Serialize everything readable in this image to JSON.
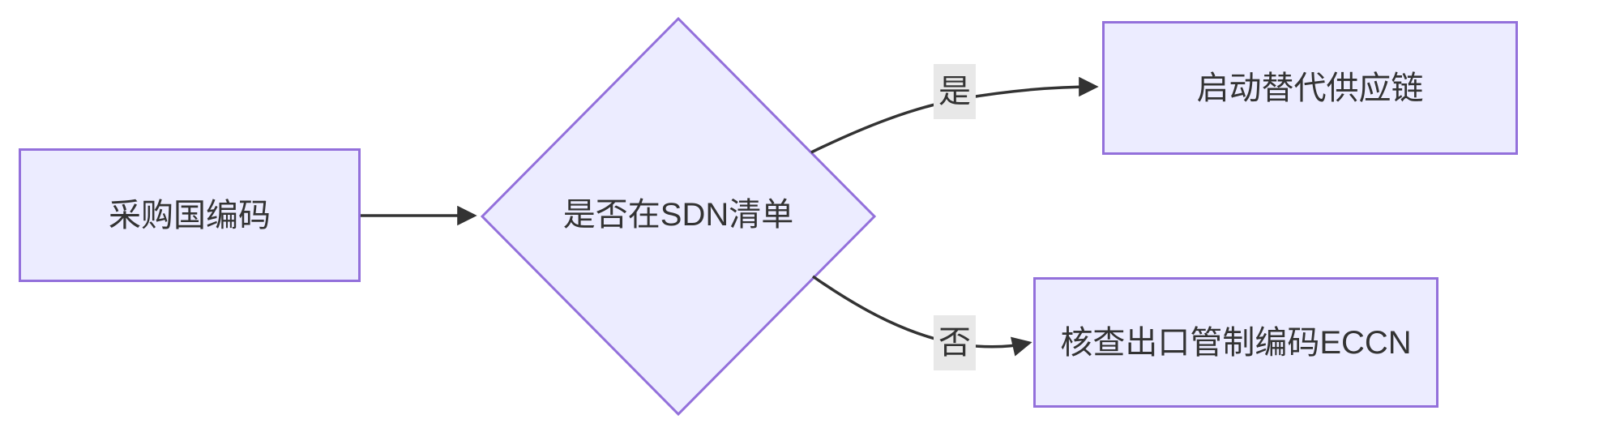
{
  "diagram": {
    "type": "flowchart",
    "direction": "left-to-right",
    "nodes": {
      "start": {
        "shape": "rectangle",
        "label": "采购国编码"
      },
      "decision": {
        "shape": "diamond",
        "label": "是否在SDN清单"
      },
      "yes_branch": {
        "shape": "rectangle",
        "label": "启动替代供应链"
      },
      "no_branch": {
        "shape": "rectangle",
        "label": "核查出口管制编码ECCN"
      }
    },
    "edges": {
      "start_to_decision": {
        "from": "start",
        "to": "decision",
        "label": ""
      },
      "decision_yes": {
        "from": "decision",
        "to": "yes_branch",
        "label": "是"
      },
      "decision_no": {
        "from": "decision",
        "to": "no_branch",
        "label": "否"
      }
    },
    "colors": {
      "node-fill": "#ECECFF",
      "node-border": "#9370DB",
      "edge-line": "#333333",
      "node-text": "#333333",
      "edge-label-bg": "#e8e8e8",
      "canvas-bg": "#ffffff"
    }
  }
}
